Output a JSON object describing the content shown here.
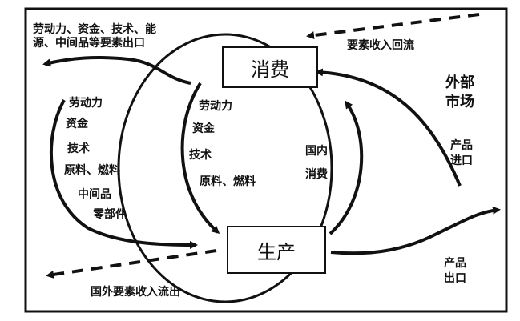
{
  "diagram": {
    "nodes": {
      "consumption": "消费",
      "production": "生产"
    },
    "labels": {
      "exports_factors_line1": "劳动力、资金、技术、能",
      "exports_factors_line2": "源、中间品等要素出口",
      "factor_income_return": "要素收入回流",
      "foreign_market_line1": "外部",
      "foreign_market_line2": "市场",
      "product_import_line1": "产品",
      "product_import_line2": "进口",
      "product_export_line1": "产品",
      "product_export_line2": "出口",
      "factor_income_outflow": "国外要素收入流出",
      "domestic_consumption_line1": "国内",
      "domestic_consumption_line2": "消费",
      "imported_inputs": [
        "劳动力",
        "资金",
        "技术",
        "原料、燃料",
        "中间品",
        "零部件"
      ],
      "domestic_inputs": [
        "劳动力",
        "资金",
        "技术",
        "原料、燃料"
      ]
    }
  }
}
